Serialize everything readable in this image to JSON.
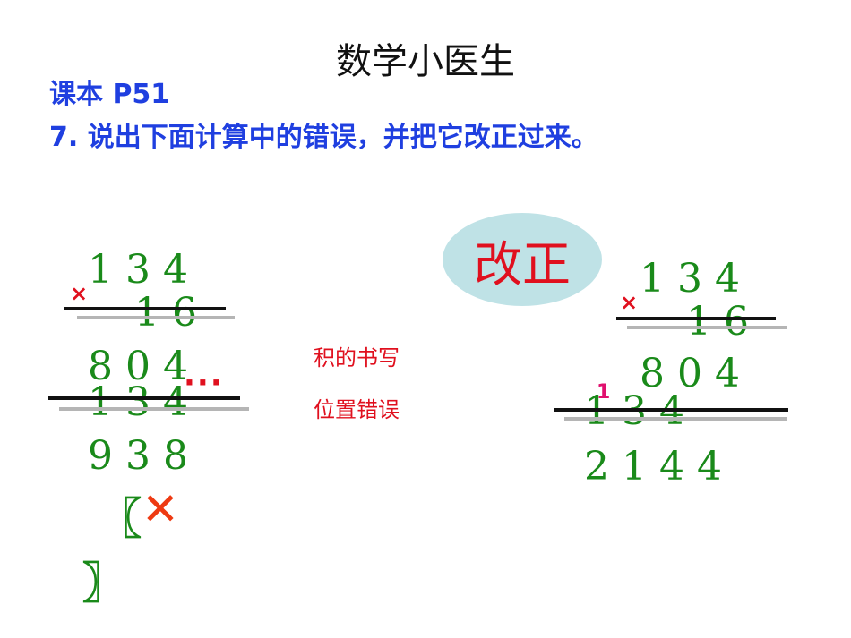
{
  "title": "数学小医生",
  "book_ref": "课本 P51",
  "task": "7. 说出下面计算中的错误，并把它改正过来。",
  "wrong": {
    "row1": "1 3 4",
    "mul_sign": "×",
    "row2": "1 6",
    "row3": "8 0 4",
    "dots": "···",
    "row4": "1 3 4",
    "row5": "9 3 8",
    "bracket_open": "〖",
    "verdict": "✕",
    "bracket_close": "〗"
  },
  "note": {
    "line1": "积的书写",
    "line2": "位置错误"
  },
  "correction_label": "改正",
  "right": {
    "row1": "1 3 4",
    "mul_sign": "×",
    "row2": "1 6",
    "row3": "8 0 4",
    "carry": "1",
    "row4": "1 3 4",
    "row5": "2 1 4 4"
  }
}
